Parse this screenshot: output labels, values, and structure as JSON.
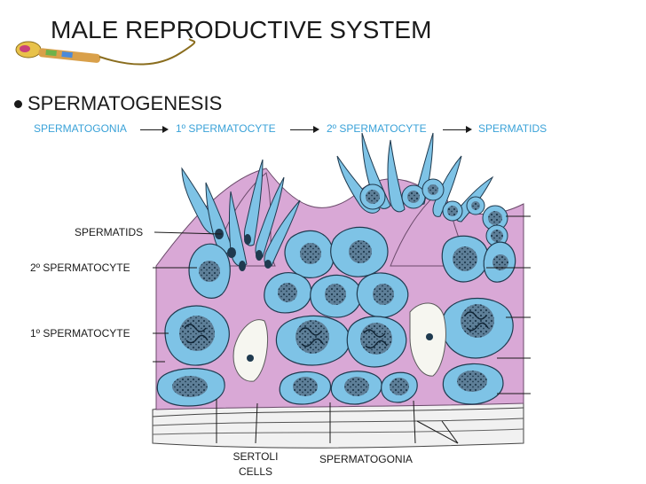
{
  "slide": {
    "title": "MALE REPRODUCTIVE SYSTEM",
    "bullet": "SPERMATOGENESIS"
  },
  "sequence": {
    "stages": [
      "SPERMATOGONIA",
      "1º SPERMATOCYTE",
      "2º SPERMATOCYTE",
      "SPERMATIDS"
    ],
    "color": "#3aa2d8"
  },
  "labels": {
    "spermatids": "SPERMATIDS",
    "secondary": "2º SPERMATOCYTE",
    "primary": "1º SPERMATOCYTE",
    "sertoli_line1": "SERTOLI",
    "sertoli_line2": "CELLS",
    "spermatogonia": "SPERMATOGONIA"
  },
  "colors": {
    "cell_blue": "#7ec3e6",
    "cytoplasm_pink": "#d9a8d6",
    "nucleus": "#1f3a4f",
    "text": "#1a1a1a"
  },
  "icons": [
    "sperm-icon"
  ]
}
